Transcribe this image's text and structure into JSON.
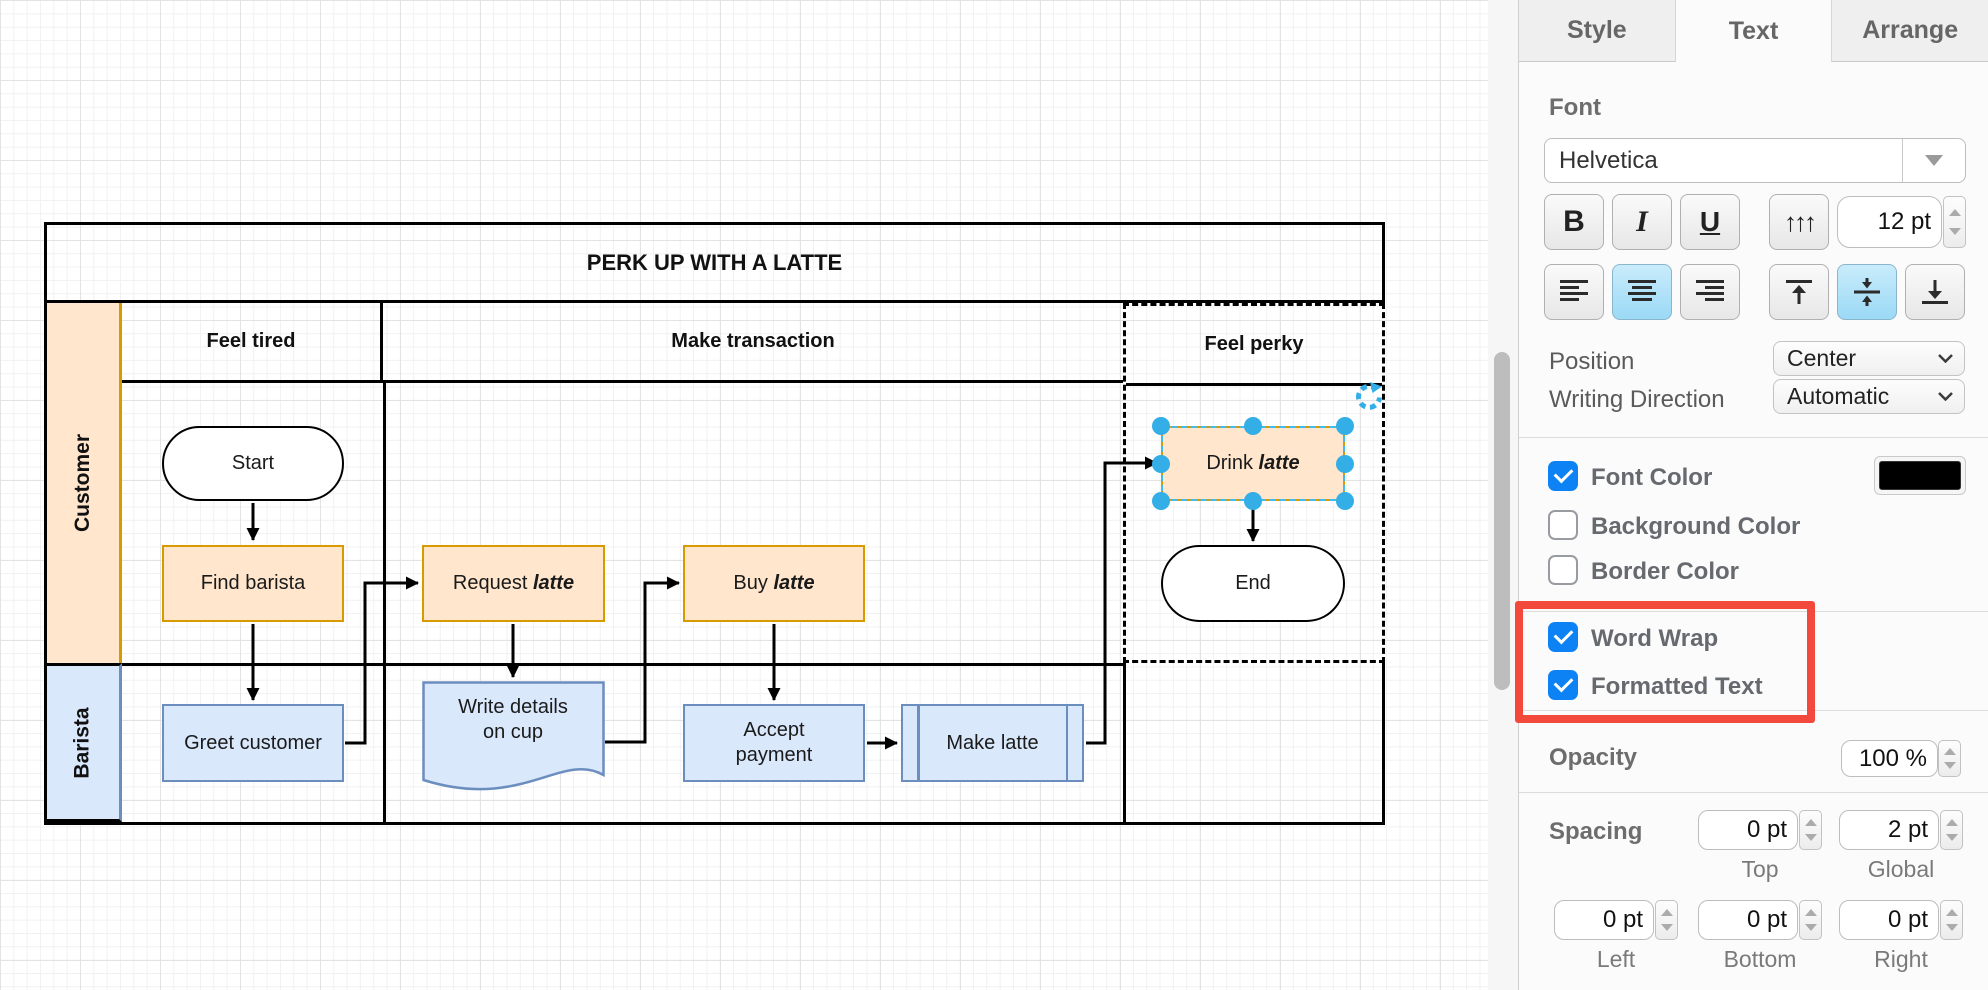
{
  "diagram": {
    "title": "PERK UP WITH A LATTE",
    "phases": [
      "Feel tired",
      "Make transaction",
      "Feel perky"
    ],
    "lanes": [
      "Customer",
      "Barista"
    ],
    "nodes": [
      {
        "id": "start",
        "label": "Start",
        "type": "terminator"
      },
      {
        "id": "find-barista",
        "label": "Find barista",
        "type": "process-orange"
      },
      {
        "id": "greet-customer",
        "label": "Greet customer",
        "type": "process-blue"
      },
      {
        "id": "request-latte",
        "label_prefix": "Request ",
        "label_emphasis": "latte",
        "type": "process-orange"
      },
      {
        "id": "write-details",
        "label": "Write details on cup",
        "type": "document-blue"
      },
      {
        "id": "buy-latte",
        "label_prefix": "Buy ",
        "label_emphasis": "latte",
        "type": "process-orange"
      },
      {
        "id": "accept-payment",
        "label": "Accept payment",
        "type": "process-blue"
      },
      {
        "id": "make-latte",
        "label": "Make latte",
        "type": "subprocess-blue"
      },
      {
        "id": "drink-latte",
        "label_prefix": "Drink ",
        "label_emphasis": "latte",
        "type": "process-orange",
        "selected": true
      },
      {
        "id": "end",
        "label": "End",
        "type": "terminator"
      }
    ],
    "edges": [
      {
        "from": "start",
        "to": "find-barista"
      },
      {
        "from": "find-barista",
        "to": "greet-customer"
      },
      {
        "from": "greet-customer",
        "to": "request-latte"
      },
      {
        "from": "request-latte",
        "to": "write-details"
      },
      {
        "from": "write-details",
        "to": "buy-latte"
      },
      {
        "from": "buy-latte",
        "to": "accept-payment"
      },
      {
        "from": "accept-payment",
        "to": "make-latte"
      },
      {
        "from": "make-latte",
        "to": "drink-latte"
      },
      {
        "from": "drink-latte",
        "to": "end"
      }
    ],
    "colors": {
      "orange_fill": "#FFE6CC",
      "orange_stroke": "#D79B00",
      "blue_fill": "#DAE8FC",
      "blue_stroke": "#6C8EBF",
      "selection_handle": "#33AEE6",
      "annotation_red": "#F2493C"
    }
  },
  "panel": {
    "tabs": [
      "Style",
      "Text",
      "Arrange"
    ],
    "active_tab": "Text",
    "font": {
      "section_label": "Font",
      "family": "Helvetica",
      "bold_label": "B",
      "italic_label": "I",
      "underline_label": "U",
      "vertical_text_glyph": "↑↑↑",
      "size_value": "12 pt"
    },
    "position": {
      "label": "Position",
      "value": "Center"
    },
    "writing_direction": {
      "label": "Writing Direction",
      "value": "Automatic"
    },
    "checkboxes": {
      "font_color": {
        "label": "Font Color",
        "checked": true,
        "swatch_color": "#000000"
      },
      "background_color": {
        "label": "Background Color",
        "checked": false
      },
      "border_color": {
        "label": "Border Color",
        "checked": false
      },
      "word_wrap": {
        "label": "Word Wrap",
        "checked": true
      },
      "formatted_text": {
        "label": "Formatted Text",
        "checked": true
      }
    },
    "opacity": {
      "label": "Opacity",
      "value": "100 %"
    },
    "spacing": {
      "label": "Spacing",
      "top": {
        "value": "0 pt",
        "caption": "Top"
      },
      "global": {
        "value": "2 pt",
        "caption": "Global"
      },
      "left": {
        "value": "0 pt",
        "caption": "Left"
      },
      "bottom": {
        "value": "0 pt",
        "caption": "Bottom"
      },
      "right": {
        "value": "0 pt",
        "caption": "Right"
      }
    },
    "icons": {
      "dropdown": "chevron-down-icon",
      "stepper": "up-down-triangles-icon",
      "rotate_handle": "rotate-icon",
      "align_row": [
        "align-left-icon",
        "align-center-icon",
        "align-right-icon"
      ],
      "valign_row": [
        "valign-top-icon",
        "valign-middle-icon",
        "valign-bottom-icon"
      ]
    }
  }
}
